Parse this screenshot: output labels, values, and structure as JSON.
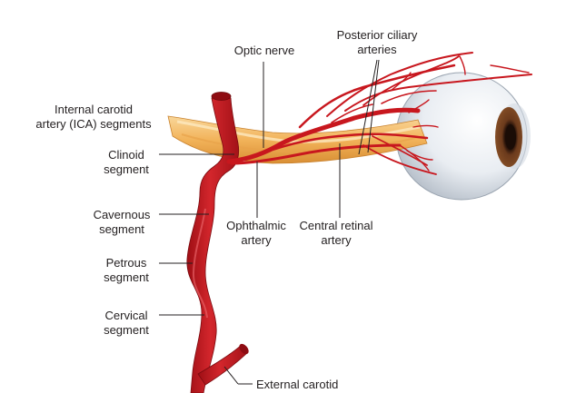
{
  "labels": {
    "optic_nerve": "Optic nerve",
    "posterior_ciliary": [
      "Posterior ciliary",
      "arteries"
    ],
    "ica_segments": [
      "Internal carotid",
      "artery (ICA) segments"
    ],
    "clinoid": [
      "Clinoid",
      "segment"
    ],
    "cavernous": [
      "Cavernous",
      "segment"
    ],
    "ophthalmic": [
      "Ophthalmic",
      "artery"
    ],
    "central_retinal": [
      "Central retinal",
      "artery"
    ],
    "petrous": [
      "Petrous",
      "segment"
    ],
    "cervical": [
      "Cervical",
      "segment"
    ],
    "external_carotid": "External carotid"
  },
  "colors": {
    "artery": "#c8171e",
    "artery_dark": "#8e0c12",
    "artery_highlight": "#e8474d",
    "nerve": "#f2b35a",
    "nerve_light": "#f9d79a",
    "sclera": "#e9edf2",
    "iris": "#6b3a1c",
    "pupil": "#1a0c06",
    "leader_line": "#231f20"
  }
}
